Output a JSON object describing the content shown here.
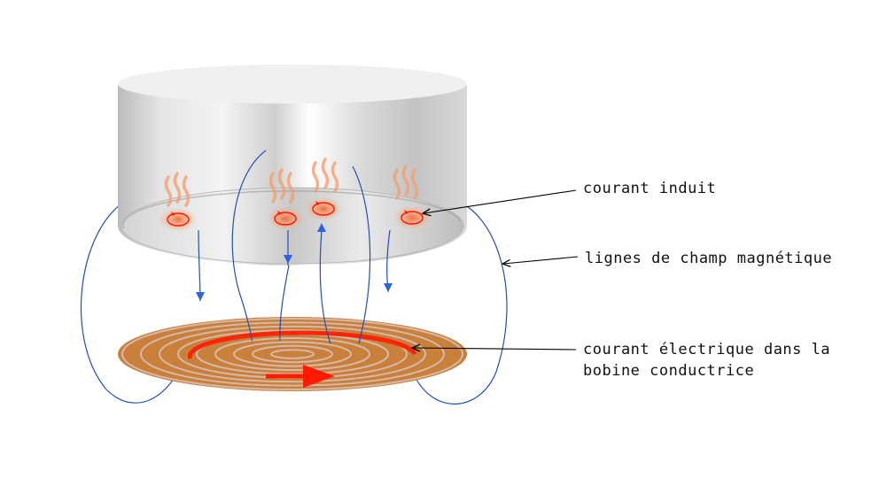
{
  "labels": {
    "induced_current": "courant induit",
    "field_lines": "lignes de champ magnétique",
    "coil_current_line1": "courant électrique dans la",
    "coil_current_line2": "bobine conductrice"
  },
  "colors": {
    "field_line": "#1f4fb8",
    "field_arrow": "#2a62e0",
    "current": "#ff1a00",
    "coil_copper": "#c8803a",
    "coil_light": "#d8b8a8",
    "heat_glow": "#f4a070",
    "pan_metal": "#d0d0d0",
    "annotation_line": "#000000"
  }
}
